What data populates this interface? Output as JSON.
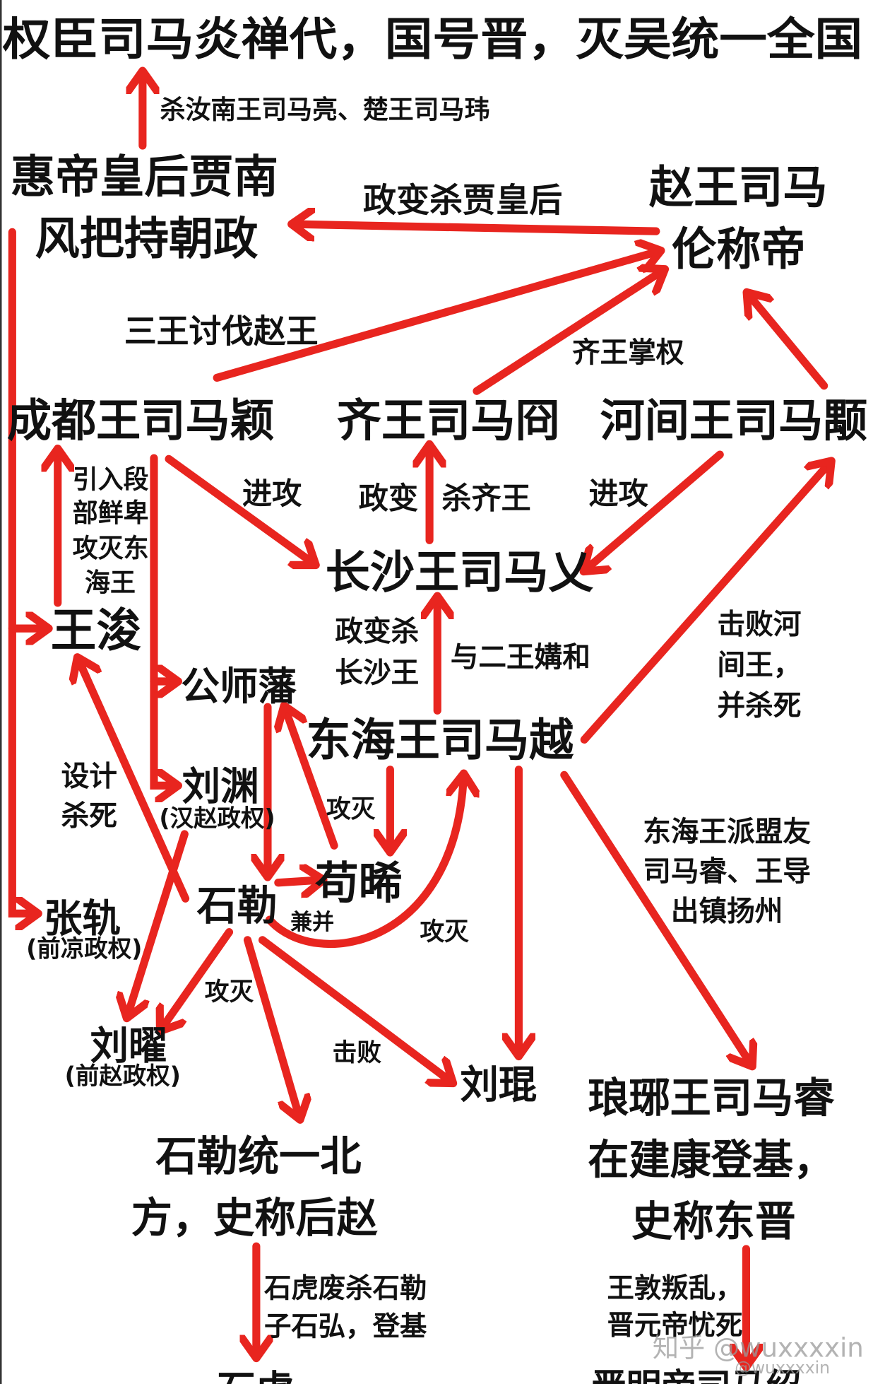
{
  "nodes": {
    "title": "权臣司马炎禅代，国号晋，灭吴统一全国",
    "jia_line1": "惠帝皇后贾南",
    "jia_line2": "风把持朝政",
    "zhao_line1": "赵王司马",
    "zhao_line2": "伦称帝",
    "chengdu": "成都王司马颖",
    "qi": "齐王司马冏",
    "hejian": "河间王司马颙",
    "changsha": "长沙王司马乂",
    "wangjun": "王浚",
    "gongshifan": "公师藩",
    "donghai": "东海王司马越",
    "liuyuan": "刘渊",
    "liuyuan_sub": "(汉赵政权)",
    "goux": "苟晞",
    "zhanggui": "张轨",
    "zhanggui_sub": "(前凉政权)",
    "shile": "石勒",
    "liuyao": "刘曜",
    "liuyao_sub": "(前赵政权)",
    "liukun": "刘琨",
    "langya_line1": "琅琊王司马睿",
    "langya_line2": "在建康登基，",
    "langya_line3": "史称东晋",
    "shile_north_line1": "石勒统一北",
    "shile_north_line2": "方，史称后赵",
    "shihu": "石虎",
    "jinming": "晋明帝司马绍"
  },
  "edge_labels": {
    "kill_princes": "杀汝南王司马亮、楚王司马玮",
    "coup_jia": "政变杀贾皇后",
    "three_kings": "三王讨伐赵王",
    "qi_power": "齐王掌权",
    "duan_l1": "引入段",
    "duan_l2": "部鲜卑",
    "duan_l3": "攻灭东",
    "duan_l4": "海王",
    "attack_left": "进攻",
    "coup": "政变",
    "kill_qi": "杀齐王",
    "attack_right": "进攻",
    "kill_cs_l1": "政变杀",
    "kill_cs_l2": "长沙王",
    "reconcile": "与二王媾和",
    "defeat_hj_l1": "击败河",
    "defeat_hj_l2": "间王，",
    "defeat_hj_l3": "并杀死",
    "plot_l1": "设计",
    "plot_l2": "杀死",
    "destroy_goux": "攻灭",
    "annex": "兼并",
    "destroy_dh": "攻灭",
    "destroy_ly": "攻灭",
    "defeat_lk": "击败",
    "ally_l1": "东海王派盟友",
    "ally_l2": "司马睿、王导",
    "ally_l3": "出镇扬州",
    "shihu_l1": "石虎废杀石勒",
    "shihu_l2": "子石弘，登基",
    "dun_l1": "王敦叛乱，",
    "dun_l2": "晋元帝忧死"
  },
  "watermark": {
    "line1": "知乎 @wuxxxxin",
    "line2": "@wuxxxxin"
  },
  "colors": {
    "arrow": "#e8251f",
    "text": "#111111",
    "background": "#ffffff",
    "watermark": "#9a9a9a"
  }
}
